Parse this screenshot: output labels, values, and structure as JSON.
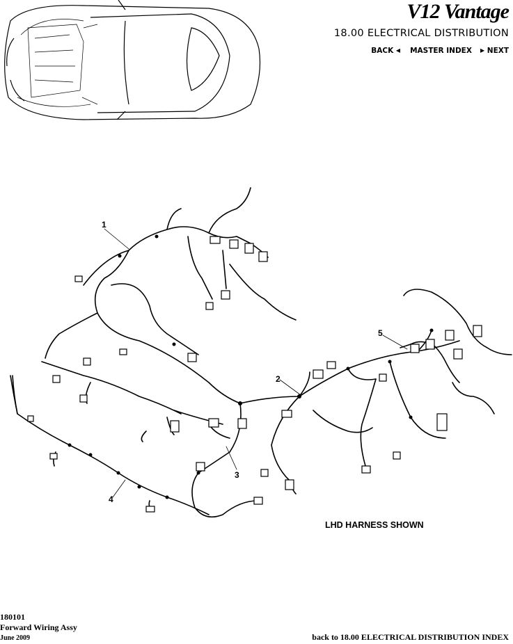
{
  "header": {
    "brand": "V12 Vantage",
    "section_title": "18.00 ELECTRICAL DISTRIBUTION",
    "nav": {
      "back": "BACK",
      "master_index": "MASTER INDEX",
      "next": "NEXT"
    }
  },
  "diagram": {
    "callouts": [
      "1",
      "2",
      "3",
      "4",
      "5"
    ],
    "note": "LHD HARNESS SHOWN"
  },
  "footer": {
    "code": "180101",
    "name": "Forward Wiring Assy",
    "date": "June 2009",
    "back_link": "back to 18.00 ELECTRICAL DISTRIBUTION INDEX"
  }
}
